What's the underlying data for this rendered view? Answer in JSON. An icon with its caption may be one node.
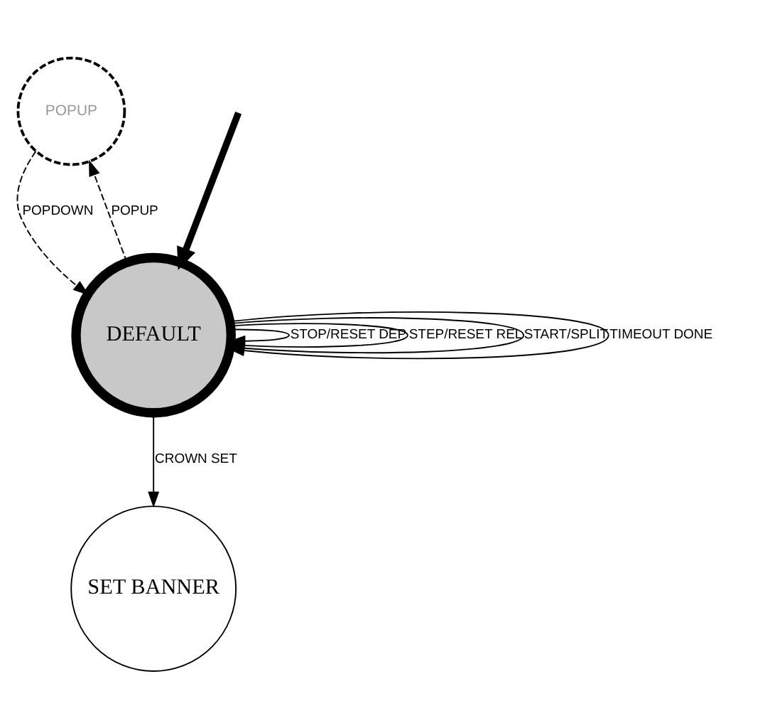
{
  "diagram": {
    "nodes": [
      {
        "text": [
          "POPUP"
        ]
      },
      {
        "text": [
          "DEFAULT"
        ]
      },
      {
        "text": [
          "SET BANNER"
        ]
      }
    ],
    "edges": [
      {
        "from": null,
        "to": 1,
        "arrow": "to",
        "style": "thick"
      },
      {
        "from": 1,
        "to": 0,
        "label": "POPUP",
        "arrow": "to",
        "style": "dashed"
      },
      {
        "from": 0,
        "to": 1,
        "label": "POPDOWN",
        "arrow": "to",
        "style": "dashed"
      },
      {
        "from": 1,
        "to": 1,
        "label": "STOP/RESET DEP",
        "arrow": "to"
      },
      {
        "from": 1,
        "to": 1,
        "label": "STEP/RESET REL",
        "arrow": "to"
      },
      {
        "from": 1,
        "to": 1,
        "label": "START/SPLIT",
        "arrow": "to"
      },
      {
        "from": 1,
        "to": 1,
        "label": "TIMEOUT DONE",
        "arrow": "to"
      },
      {
        "from": 1,
        "to": 2,
        "label": "CROWN SET",
        "arrow": "to"
      }
    ]
  }
}
